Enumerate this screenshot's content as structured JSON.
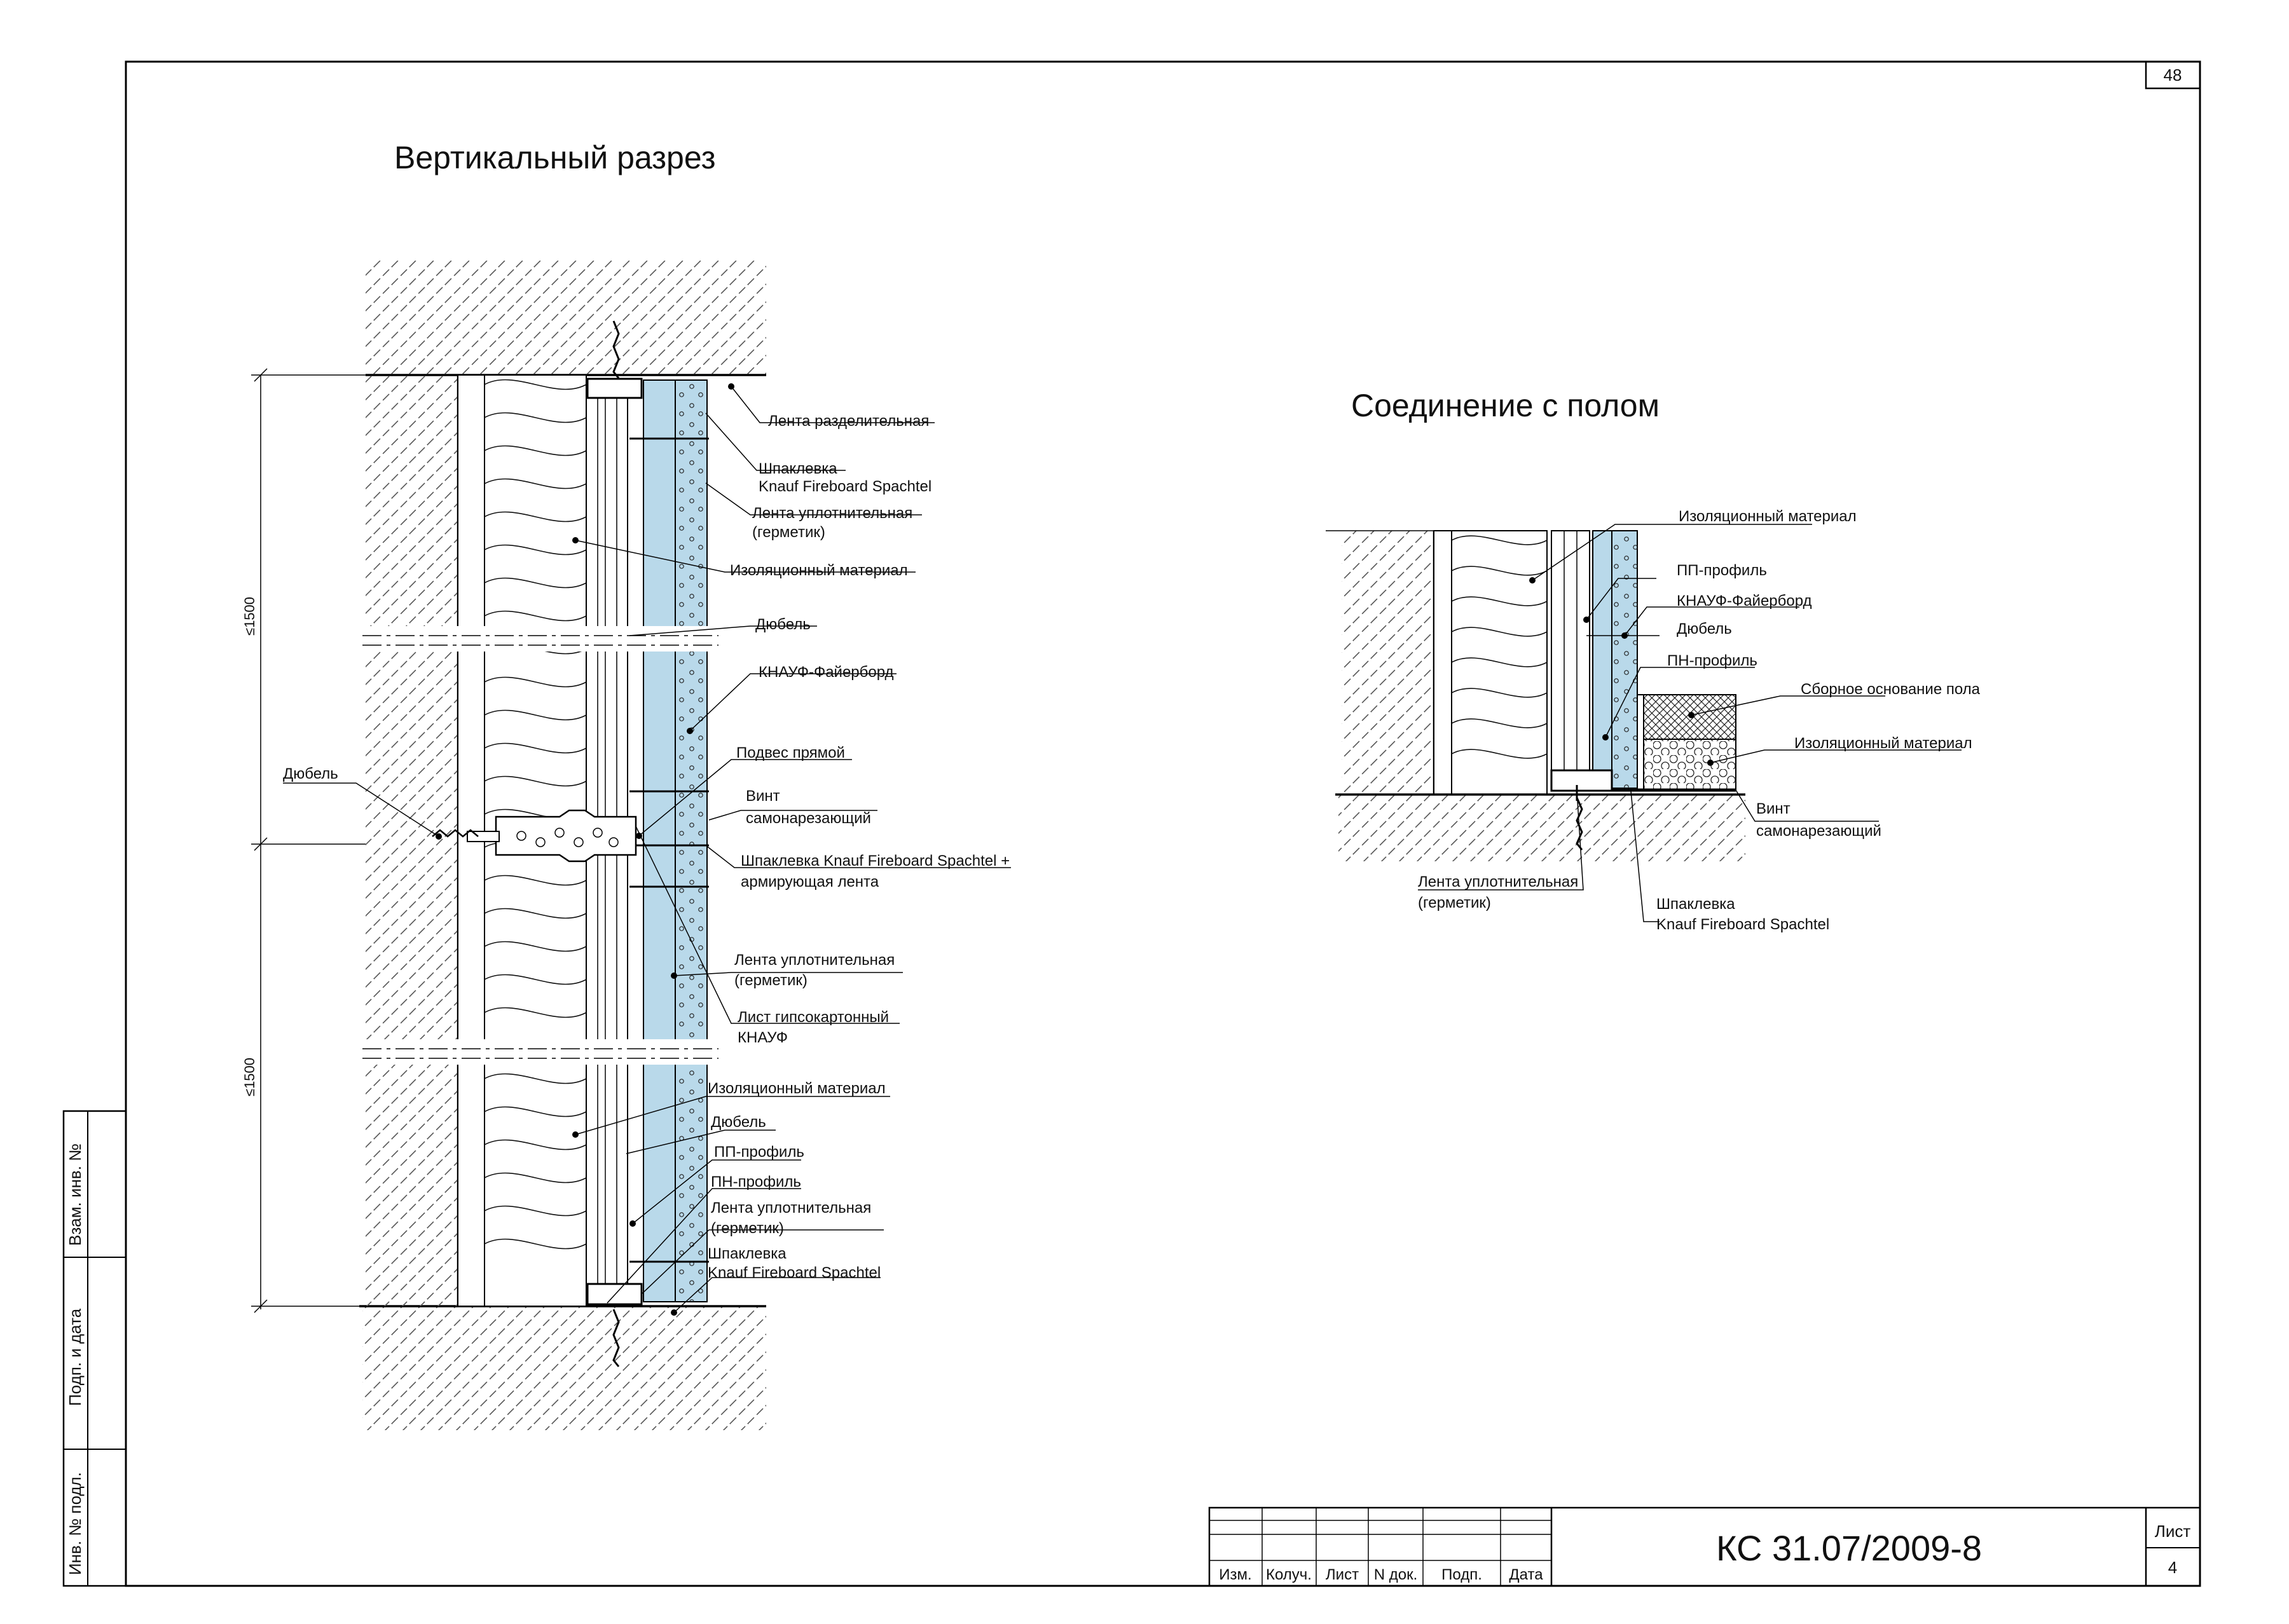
{
  "sheet_number_top": "48",
  "titles": {
    "vertical_section": "Вертикальный разрез",
    "floor_connection": "Соединение с полом"
  },
  "dimensions": {
    "upper": "≤1500",
    "lower": "≤1500"
  },
  "vertical_labels": {
    "l01": "Лента разделительная",
    "l02a": "Шпаклевка",
    "l02b": "Knauf Fireboard Spachtel",
    "l03a": "Лента уплотнительная",
    "l03b": "(герметик)",
    "l04": "Изоляционный материал",
    "l05": "Дюбель",
    "l06": "КНАУФ-Файерборд",
    "l07": "Подвес прямой",
    "l08a": "Винт",
    "l08b": "самонарезающий",
    "l09a": "Шпаклевка Knauf Fireboard Spachtel +",
    "l09b": "армирующая лента",
    "l10a": "Лента уплотнительная",
    "l10b": "(герметик)",
    "l11a": "Лист гипсокартонный",
    "l11b": "КНАУФ",
    "l12": "Изоляционный материал",
    "l13": "Дюбель",
    "l14": "ПП-профиль",
    "l15": "ПН-профиль",
    "l16a": "Лента уплотнительная",
    "l16b": "(герметик)",
    "l17a": "Шпаклевка",
    "l17b": "Knauf Fireboard Spachtel",
    "left_dowel": "Дюбель"
  },
  "floor_labels": {
    "f01": "Изоляционный материал",
    "f02": "ПП-профиль",
    "f03": "КНАУФ-Файерборд",
    "f04": "Дюбель",
    "f05": "ПН-профиль",
    "f06": "Сборное основание пола",
    "f07": "Изоляционный материал",
    "f08a": "Винт",
    "f08b": "самонарезающий",
    "f09a": "Лента уплотнительная",
    "f09b": "(герметик)",
    "f10a": "Шпаклевка",
    "f10b": "Knauf Fireboard Spachtel"
  },
  "side_stamp": {
    "vzam": "Взам. инв. №",
    "podp": "Подп. и дата",
    "inv": "Инв. № подл."
  },
  "title_block": {
    "izm": "Изм.",
    "koluch": "Колуч.",
    "list": "Лист",
    "ndok": "N док.",
    "podp": "Подп.",
    "data": "Дата",
    "code": "КС 31.07/2009-8",
    "list_label": "Лист",
    "list_number": "4"
  }
}
